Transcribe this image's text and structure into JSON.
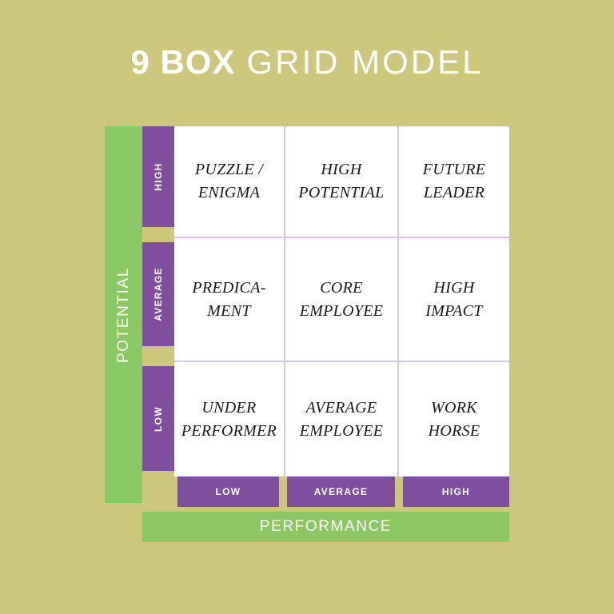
{
  "title": {
    "bold": "9 BOX",
    "light": "GRID MODEL"
  },
  "colors": {
    "background": "#ccc77d",
    "green": "#8cc766",
    "purple": "#7f4f9e",
    "gridline": "#d9c6e6",
    "cell_background": "#ffffff",
    "label_text": "#ffffff",
    "cell_text": "#1a1a1a"
  },
  "axes": {
    "y_label": "POTENTIAL",
    "x_label": "PERFORMANCE",
    "y_levels": [
      "HIGH",
      "AVERAGE",
      "LOW"
    ],
    "x_levels": [
      "LOW",
      "AVERAGE",
      "HIGH"
    ]
  },
  "chart_data": {
    "type": "table",
    "title": "9 BOX GRID MODEL",
    "xlabel": "PERFORMANCE",
    "ylabel": "POTENTIAL",
    "categories": [
      "LOW",
      "AVERAGE",
      "HIGH"
    ],
    "row_categories": [
      "HIGH",
      "AVERAGE",
      "LOW"
    ],
    "cells": [
      [
        {
          "row": "HIGH",
          "col": "LOW",
          "line1": "PUZZLE /",
          "line2": "ENIGMA"
        },
        {
          "row": "HIGH",
          "col": "AVERAGE",
          "line1": "HIGH",
          "line2": "POTENTIAL"
        },
        {
          "row": "HIGH",
          "col": "HIGH",
          "line1": "FUTURE",
          "line2": "LEADER"
        }
      ],
      [
        {
          "row": "AVERAGE",
          "col": "LOW",
          "line1": "PREDICA-",
          "line2": "MENT"
        },
        {
          "row": "AVERAGE",
          "col": "AVERAGE",
          "line1": "CORE",
          "line2": "EMPLOYEE"
        },
        {
          "row": "AVERAGE",
          "col": "HIGH",
          "line1": "HIGH",
          "line2": "IMPACT"
        }
      ],
      [
        {
          "row": "LOW",
          "col": "LOW",
          "line1": "UNDER",
          "line2": "PERFORMER"
        },
        {
          "row": "LOW",
          "col": "AVERAGE",
          "line1": "AVERAGE",
          "line2": "EMPLOYEE"
        },
        {
          "row": "LOW",
          "col": "HIGH",
          "line1": "WORK",
          "line2": "HORSE"
        }
      ]
    ]
  }
}
